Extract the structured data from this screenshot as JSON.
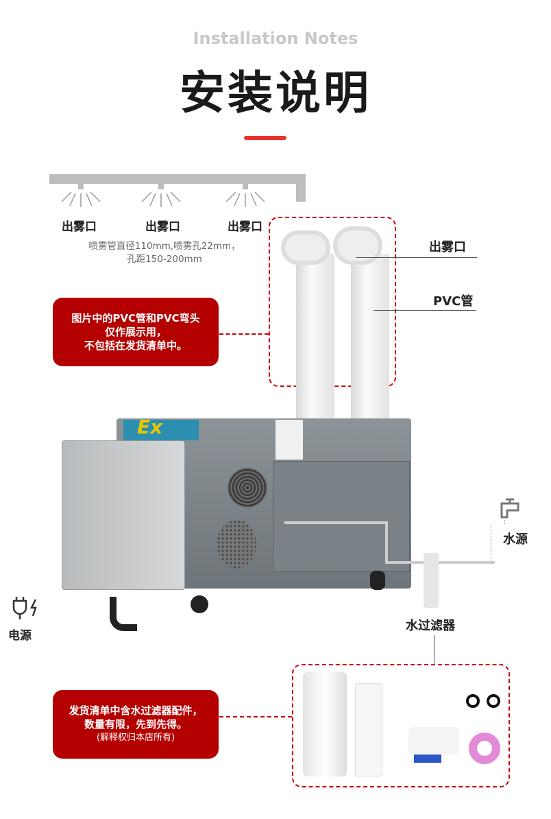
{
  "header": {
    "subtitle": "Installation Notes",
    "title": "安装说明"
  },
  "nozzles": {
    "labels": [
      "出雾口",
      "出雾口",
      "出雾口"
    ],
    "spec_line1": "喷雾管直径110mm,喷雾孔22mm，",
    "spec_line2": "孔距150-200mm"
  },
  "callout_pvc": {
    "line1": "图片中的PVC管和PVC弯头",
    "line2": "仅作展示用，",
    "line3": "不包括在发货清单中。"
  },
  "labels": {
    "mist_outlet": "出雾口",
    "pvc_pipe": "PVC管",
    "water_source": "水源",
    "water_filter": "水过滤器",
    "power": "电源"
  },
  "machine": {
    "ex_mark": "Ex"
  },
  "callout_filter": {
    "line1": "发货清单中含水过滤器配件，",
    "line2": "数量有限，先到先得。",
    "line3": "(解释权归本店所有)"
  },
  "colors": {
    "accent": "#e8322b",
    "callout_bg": "#b50000",
    "dash": "#cc0000"
  }
}
